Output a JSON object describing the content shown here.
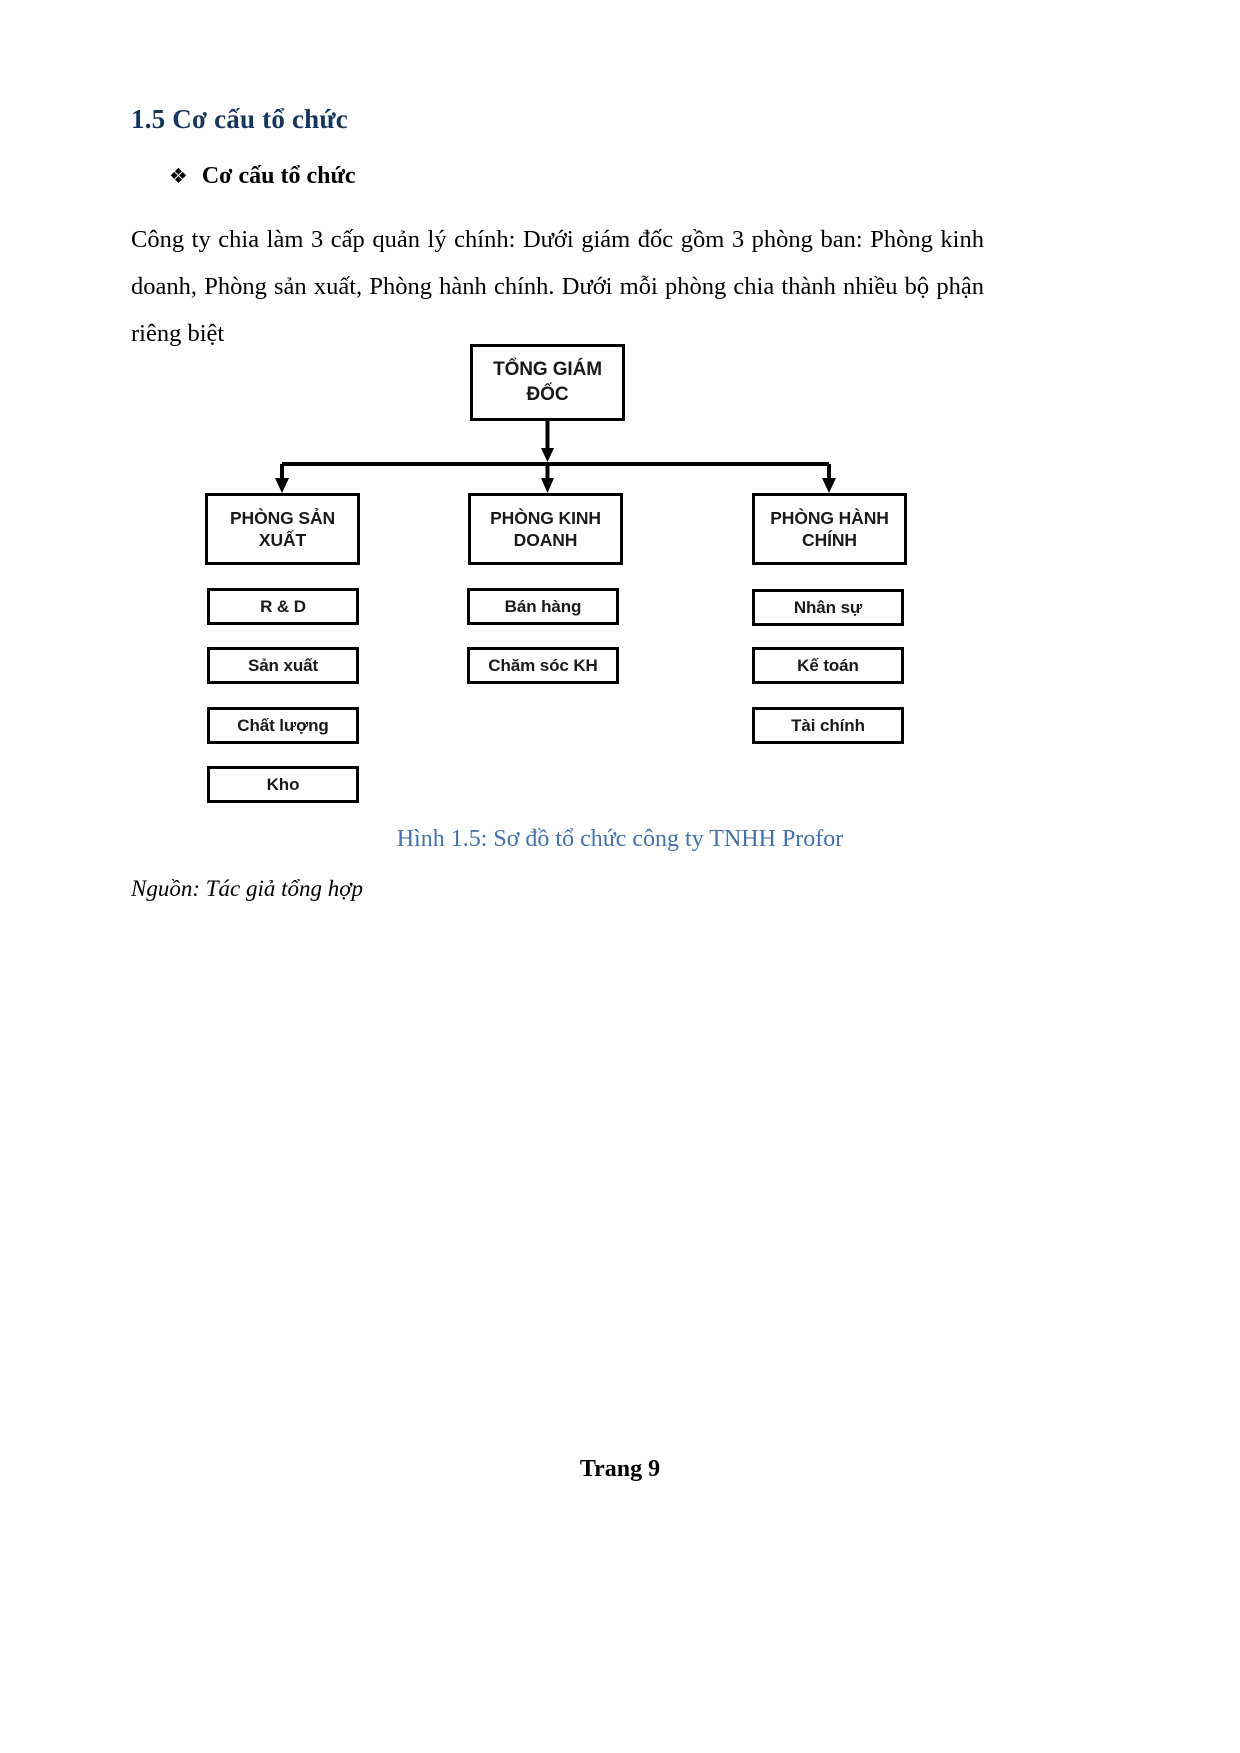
{
  "document": {
    "section_number_title": "1.5 Cơ cấu tổ chức",
    "sub_heading": "Cơ cấu tổ chức",
    "bullet_glyph": "❖",
    "paragraph": "Công ty chia làm 3 cấp quản lý chính: Dưới giám đốc gồm 3 phòng ban: Phòng kinh doanh, Phòng sản xuất, Phòng hành chính. Dưới mỗi phòng chia thành nhiều bộ phận riêng biệt",
    "figure_caption": "Hình 1.5: Sơ đồ tổ chức công ty TNHH Profor",
    "source_note": "Nguồn: Tác giả tổng hợp",
    "page_footer": "Trang 9",
    "colors": {
      "heading": "#17365D",
      "caption": "#4472A8",
      "body": "#000000",
      "node_border": "#000000"
    }
  },
  "org_chart": {
    "root": {
      "label": "TỔNG GIÁM ĐỐC",
      "line1": "TỔNG GIÁM",
      "line2": "ĐỐC"
    },
    "departments": [
      {
        "label": "PHÒNG SẢN XUẤT",
        "line1": "PHÒNG SẢN",
        "line2": "XUẤT",
        "children": [
          "R & D",
          "Sản xuất",
          "Chất lượng",
          "Kho"
        ]
      },
      {
        "label": "PHÒNG KINH DOANH",
        "line1": "PHÒNG KINH",
        "line2": "DOANH",
        "children": [
          "Bán hàng",
          "Chăm sóc KH"
        ]
      },
      {
        "label": "PHÒNG HÀNH CHÍNH",
        "line1": "PHÒNG HÀNH",
        "line2": "CHÍNH",
        "children": [
          "Nhân sự",
          "Kế toán",
          "Tài chính"
        ]
      }
    ]
  }
}
